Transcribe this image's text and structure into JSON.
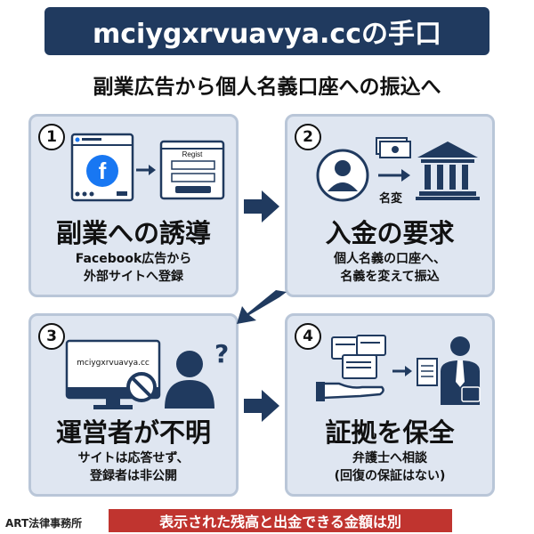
{
  "header": {
    "title": "mciygxrvuavya.ccの手口",
    "subtitle": "副業広告から個人名義口座への振込へ"
  },
  "steps": [
    {
      "number": "1",
      "title": "副業への誘導",
      "desc": [
        "Facebook広告から",
        "外部サイトへ登録"
      ],
      "form_label": "Regist"
    },
    {
      "number": "2",
      "title": "入金の要求",
      "desc": [
        "個人名義の口座へ、",
        "名義を変えて振込"
      ],
      "arrow_label": "名変"
    },
    {
      "number": "3",
      "title": "運営者が不明",
      "desc": [
        "サイトは応答せず、",
        "登録者は非公開"
      ],
      "monitor_text": "mciygxrvuavya.cc"
    },
    {
      "number": "4",
      "title": "証拠を保全",
      "desc": [
        "弁護士へ相談",
        "(回復の保証はない)"
      ]
    }
  ],
  "footer": {
    "firm": "ART法律事務所",
    "warning": "表示された残高と出金できる金額は別"
  },
  "colors": {
    "navy": "#203a5f",
    "card_bg": "#dfe6f1",
    "card_border": "#b9c6d8",
    "warning_red": "#c0342f",
    "facebook_blue": "#1877f2"
  }
}
